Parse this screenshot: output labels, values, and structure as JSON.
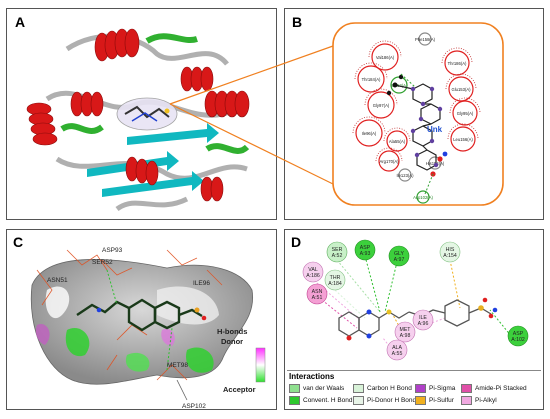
{
  "panels": {
    "a": {
      "label": "A"
    },
    "b": {
      "label": "B"
    },
    "c": {
      "label": "C"
    },
    "d": {
      "label": "D"
    }
  },
  "panel_b": {
    "residues": [
      "Phe158(A)",
      "Val186(A)",
      "Thr184(A)",
      "Thr186(A)",
      "Ser52(A)",
      "Gly97(A)",
      "Glu153(A)",
      "Gly95(A)",
      "Ile96(A)",
      "Ala55(A)",
      "Leu156(A)",
      "Arg170(A)",
      "His154(A)",
      "Ile123(A)",
      "Asp102(A)"
    ],
    "ligand_label": "Unk"
  },
  "panel_c": {
    "labels": [
      "ASP93",
      "SER52",
      "ASN51",
      "ILE96",
      "MET98",
      "ASP102"
    ],
    "hbond_legend": {
      "title": "H-bonds",
      "top": "Donor",
      "bottom": "Acceptor"
    }
  },
  "panel_d": {
    "residues": [
      {
        "id": "ser52",
        "line1": "SER",
        "line2": "A:52",
        "kind": "vdw"
      },
      {
        "id": "asp93",
        "line1": "ASP",
        "line2": "A:93",
        "kind": "conv"
      },
      {
        "id": "gly97",
        "line1": "GLY",
        "line2": "A:97",
        "kind": "conv"
      },
      {
        "id": "his154",
        "line1": "HIS",
        "line2": "A:154",
        "kind": "carbon"
      },
      {
        "id": "val186",
        "line1": "VAL",
        "line2": "A:186",
        "kind": "alkyl"
      },
      {
        "id": "thr184",
        "line1": "THR",
        "line2": "A:184",
        "kind": "carbon"
      },
      {
        "id": "asn51",
        "line1": "ASN",
        "line2": "A:51",
        "kind": "amide"
      },
      {
        "id": "met98",
        "line1": "MET",
        "line2": "A:98",
        "kind": "sulfur"
      },
      {
        "id": "ile96",
        "line1": "ILE",
        "line2": "A:96",
        "kind": "alkyl"
      },
      {
        "id": "ala55",
        "line1": "ALA",
        "line2": "A:55",
        "kind": "alkyl"
      },
      {
        "id": "asp102",
        "line1": "ASP",
        "line2": "A:102",
        "kind": "conv"
      }
    ],
    "legend_title": "Interactions",
    "legend": [
      {
        "label": "van der Waals",
        "color": "#8fe08f"
      },
      {
        "label": "Carbon H Bond",
        "color": "#d8f2d8"
      },
      {
        "label": "Pi-Sigma",
        "color": "#b040c8"
      },
      {
        "label": "Amide-Pi Stacked",
        "color": "#e050a8"
      },
      {
        "label": "Convent. H Bond",
        "color": "#2ec82e"
      },
      {
        "label": "Pi-Donor H Bond",
        "color": "#e8f4e8"
      },
      {
        "label": "Pi-Sulfur",
        "color": "#f0b020"
      },
      {
        "label": "Pi-Alkyl",
        "color": "#f0a8e0"
      }
    ]
  },
  "colors": {
    "orange": "#f08020",
    "helix": "#d81818",
    "sheet": "#10b8c0",
    "coil": "#b0b0b0",
    "turn": "#30b030"
  }
}
